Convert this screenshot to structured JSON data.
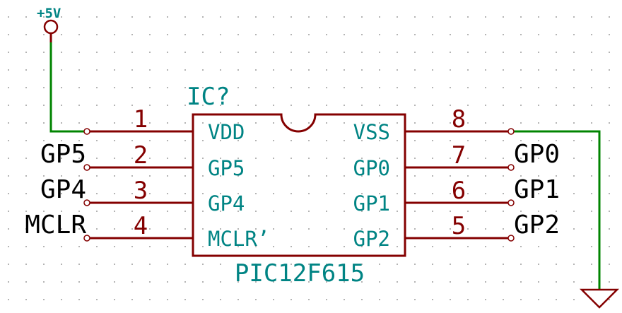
{
  "component": {
    "reference": "IC?",
    "value": "PIC12F615"
  },
  "power": {
    "label": "+5V"
  },
  "pins_left": [
    {
      "num": "1",
      "name": "VDD"
    },
    {
      "num": "2",
      "name": "GP5"
    },
    {
      "num": "3",
      "name": "GP4"
    },
    {
      "num": "4",
      "name": "MCLR’"
    }
  ],
  "pins_right": [
    {
      "num": "8",
      "name": "VSS"
    },
    {
      "num": "7",
      "name": "GP0"
    },
    {
      "num": "6",
      "name": "GP1"
    },
    {
      "num": "5",
      "name": "GP2"
    }
  ],
  "net_labels": {
    "left": [
      "GP5",
      "GP4",
      "MCLR"
    ],
    "right": [
      "GP0",
      "GP1",
      "GP2"
    ]
  },
  "colors": {
    "wire": "#840000",
    "net_wire": "#008400",
    "pin_text": "#008484",
    "net_text": "#000000"
  }
}
